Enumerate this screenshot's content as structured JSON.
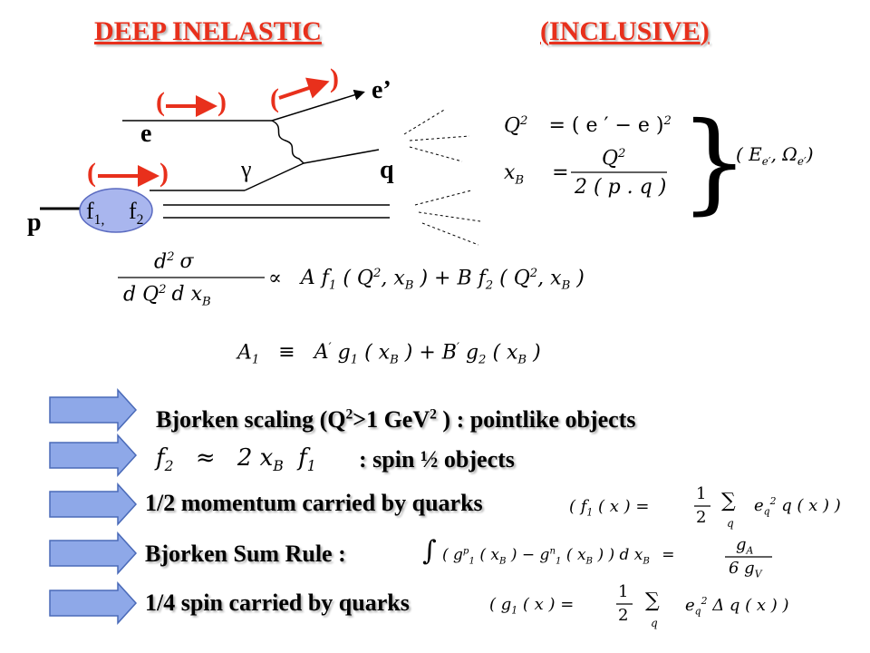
{
  "header": {
    "title_left": "DEEP INELASTIC",
    "title_right_open": "(",
    "title_right": "INCLUSIVE",
    "title_right_close": ")"
  },
  "diagram": {
    "label_e_out": "e’",
    "label_e_in": "e",
    "label_gamma": "γ",
    "label_q": "q",
    "label_p": "p",
    "label_f1": "f",
    "label_f1_sub": "1,",
    "label_f2": "f",
    "label_f2_sub": "2",
    "paren_open": "(",
    "paren_close": ")"
  },
  "formulas": {
    "q2_lhs": "Q",
    "q2_exp": "2",
    "q2_rhs": "= ( e ′ − e )",
    "q2_rhs_exp": "2",
    "xb_lhs": "x",
    "xb_sub": "B",
    "xb_eq": "=",
    "xb_num": "Q",
    "xb_num_exp": "2",
    "xb_den": "2 ( p . q )",
    "brace": "}",
    "vars": "( E",
    "vars_sub1": "e′",
    "vars_mid": ", Ω",
    "vars_sub2": "e′",
    "vars_close": ")",
    "xsec_num": "d",
    "xsec_num_exp": "2",
    "xsec_num_sigma": "σ",
    "xsec_den": "d Q",
    "xsec_den_exp": "2",
    "xsec_den_dx": "d x",
    "xsec_den_sub": "B",
    "xsec_prop": "∝",
    "xsec_rhs_a": "A f",
    "xsec_rhs_a_sub": "1",
    "xsec_rhs_a_args": "( Q",
    "xsec_rhs_a_exp": "2",
    "xsec_rhs_a_x": ", x",
    "xsec_rhs_a_xsub": "B",
    "xsec_rhs_a_close": ") + B f",
    "xsec_rhs_b_sub": "2",
    "xsec_rhs_b_args": "( Q",
    "xsec_rhs_b_exp": "2",
    "xsec_rhs_b_x": ", x",
    "xsec_rhs_b_xsub": "B",
    "xsec_rhs_b_close": ")",
    "a1_lhs": "A",
    "a1_sub": "1",
    "a1_equiv": "≡",
    "a1_rhs_a": "A",
    "a1_rhs_prime": "′",
    "a1_g1": "g",
    "a1_g1_sub": "1",
    "a1_g1_args": "( x",
    "a1_g1_xsub": "B",
    "a1_mid": ") + B",
    "a1_prime2": "′",
    "a1_g2": "g",
    "a1_g2_sub": "2",
    "a1_g2_args": "( x",
    "a1_g2_xsub": "B",
    "a1_close": ")"
  },
  "bullets": [
    {
      "text_a": "Bjorken scaling (Q",
      "exp_a": "2",
      "text_b": ">1 GeV",
      "exp_b": "2",
      "text_c": " ) : pointlike objects"
    },
    {
      "math_lhs": "f",
      "math_lhs_sub": "2",
      "math_approx": "≈",
      "math_rhs": "2 x",
      "math_rhs_sub": "B",
      "math_rhs_f": "f",
      "math_rhs_fsub": "1",
      "text": ": spin ½ objects"
    },
    {
      "text": "1/2 momentum carried by quarks",
      "math_open": "( f",
      "math_fsub": "1",
      "math_args": "( x )  =",
      "math_num": "1",
      "math_den": "2",
      "math_sum": "∑",
      "math_sum_sub": "q",
      "math_e": "e",
      "math_e_sub": "q",
      "math_e_exp": "2",
      "math_tail": "q ( x ) )"
    },
    {
      "text": "Bjorken Sum Rule :",
      "math_int": "∫",
      "math_open": "( g",
      "math_g1_sup": "p",
      "math_g1_sub": "1",
      "math_g1_args": "( x",
      "math_g1_xsub": "B",
      "math_minus": ") − g",
      "math_g2_sup": "n",
      "math_g2_sub": "1",
      "math_g2_args": "( x",
      "math_g2_xsub": "B",
      "math_tail": ") ) d x",
      "math_tail_sub": "B",
      "math_eq": "=",
      "math_num": "g",
      "math_num_sub": "A",
      "math_den": "6 g",
      "math_den_sub": "V"
    },
    {
      "text": "1/4 spin carried by quarks",
      "math_open": "( g",
      "math_gsub": "1",
      "math_args": "( x )  =",
      "math_num": "1",
      "math_den": "2",
      "math_sum": "∑",
      "math_sum_sub": "q",
      "math_e": "e",
      "math_e_sub": "q",
      "math_e_exp": "2",
      "math_tail": "Δ q ( x ) )"
    }
  ],
  "colors": {
    "accent_red": "#e8301c",
    "arrow_fill": "#8ea8e8",
    "arrow_stroke": "#4a6ab8",
    "blob_fill": "#a9b6ee",
    "blob_stroke": "#5a6ac0"
  }
}
